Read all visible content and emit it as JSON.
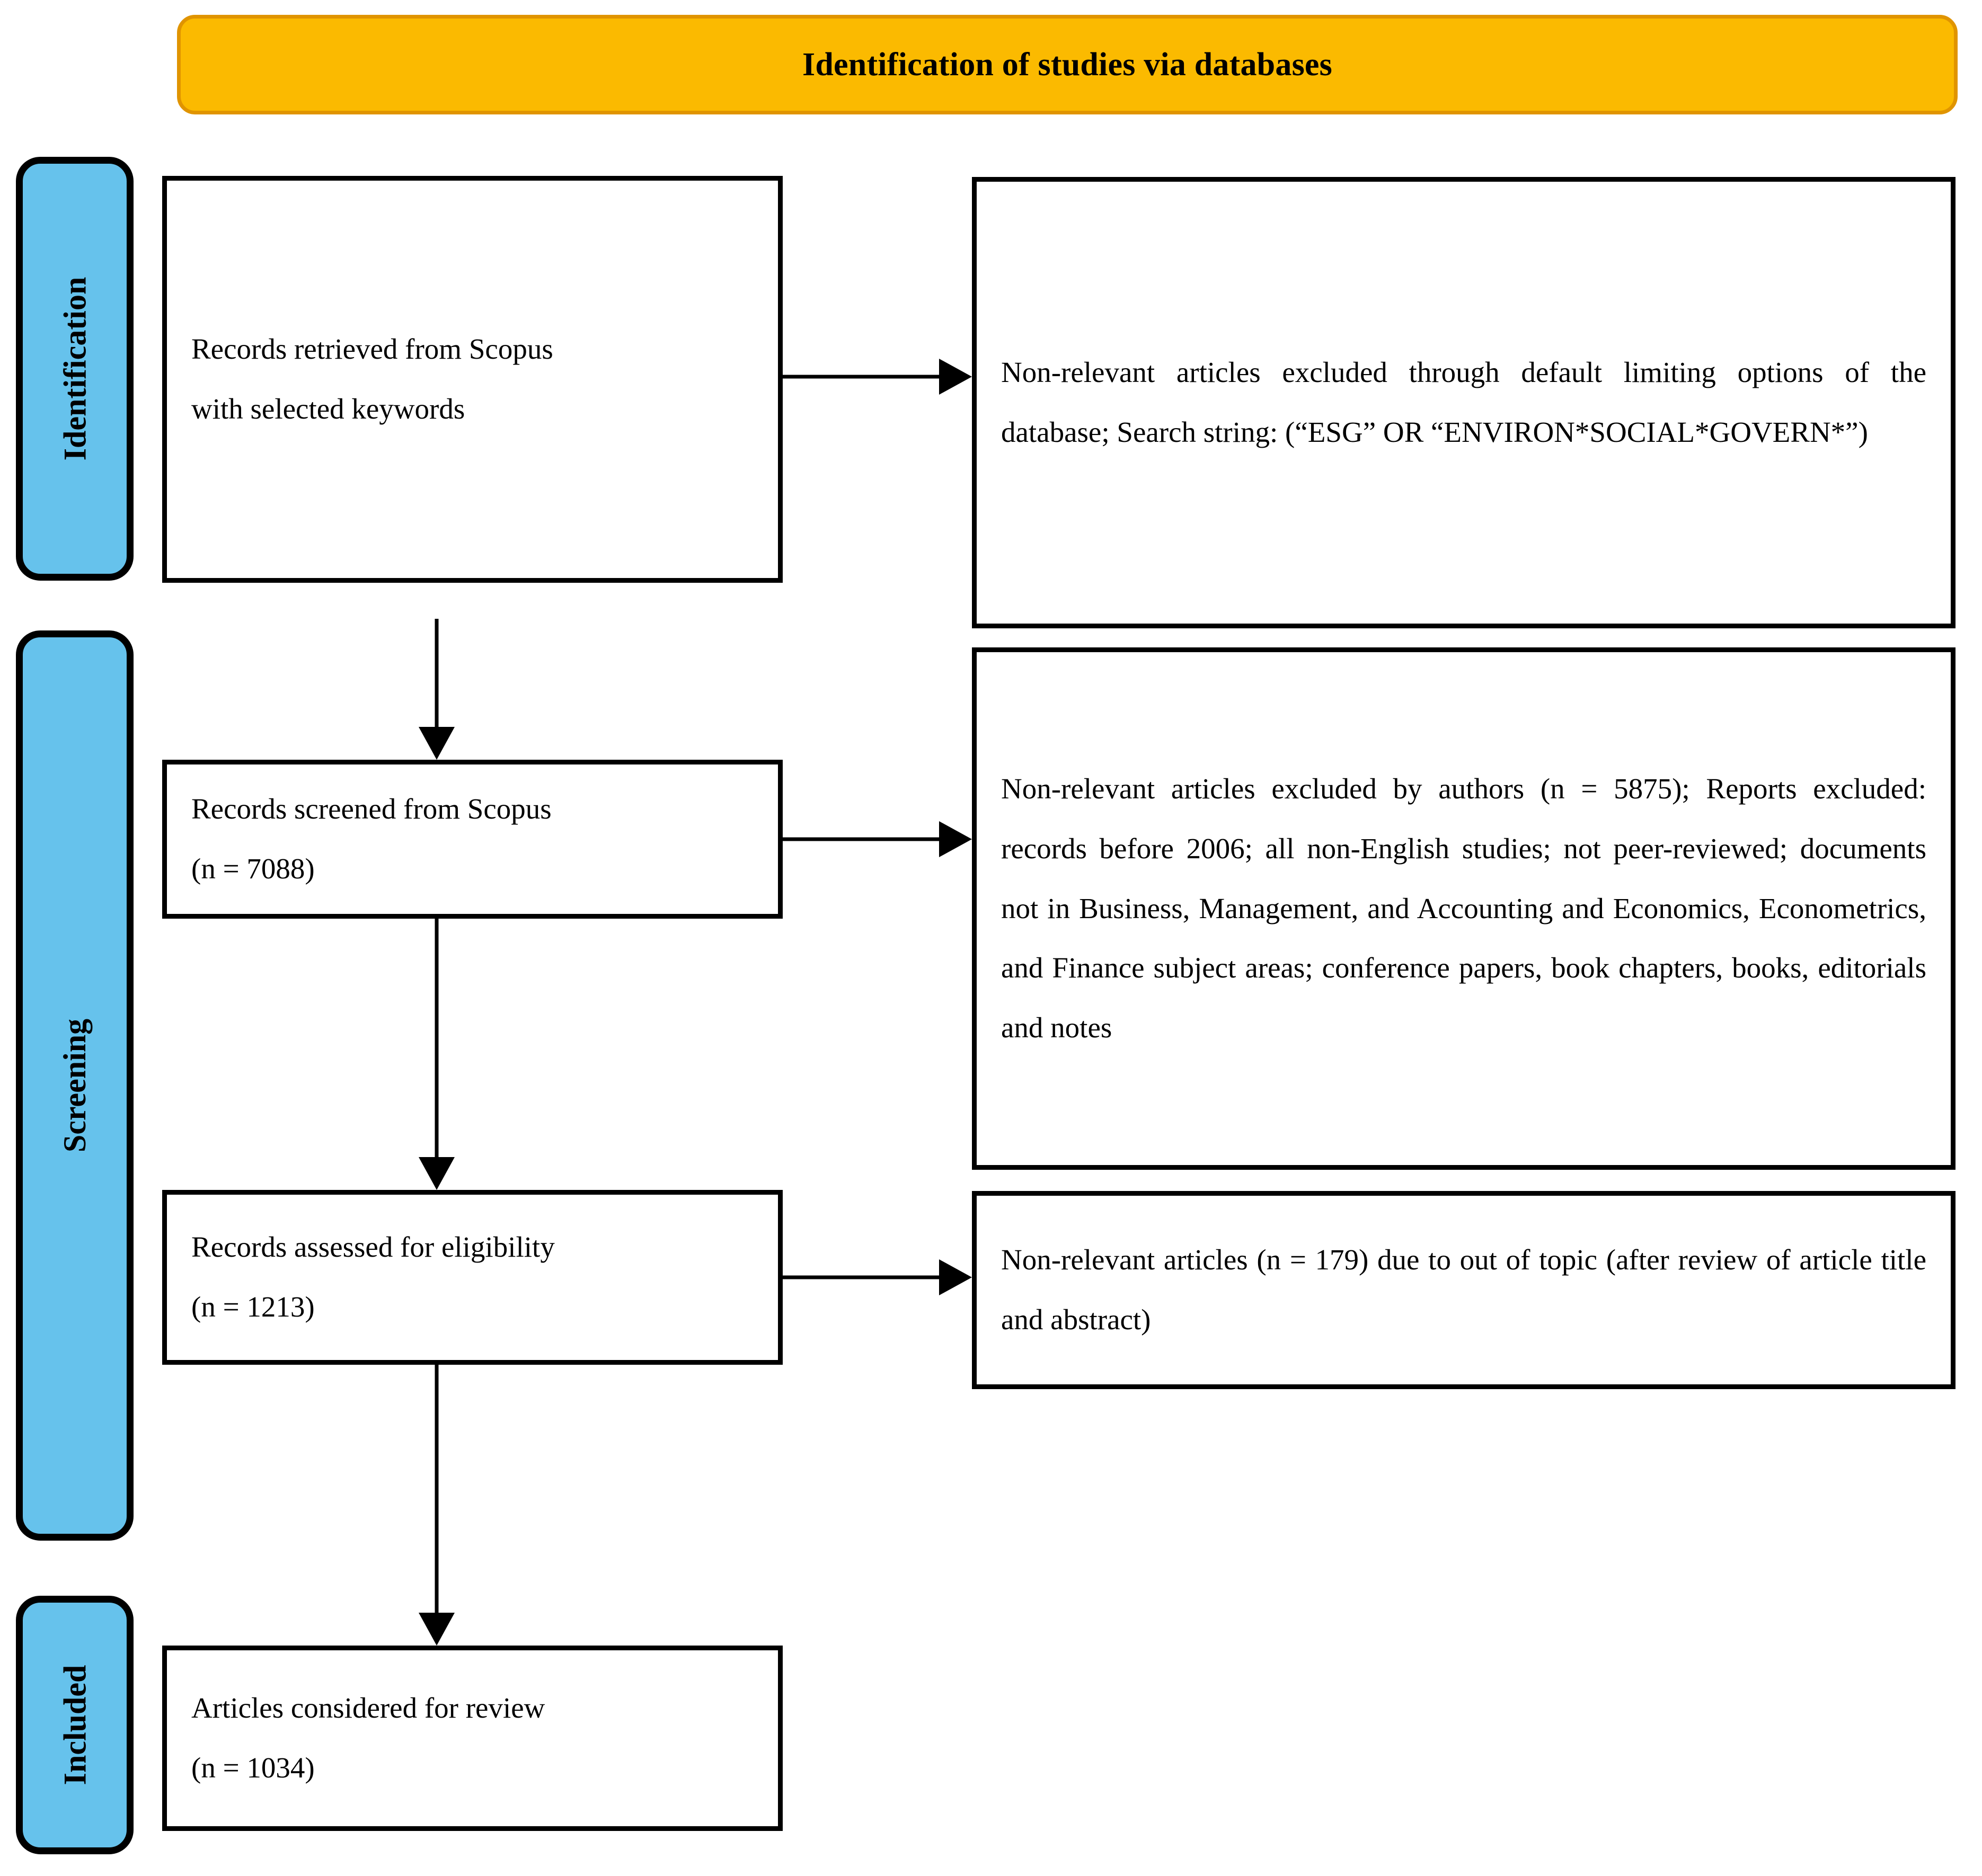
{
  "header": {
    "title": "Identification of studies via databases",
    "bg_color": "#FBBA00",
    "border_color": "#E09400"
  },
  "stage_labels": [
    {
      "id": "identification",
      "label": "Identification",
      "bg_color": "#66C2EC"
    },
    {
      "id": "screening",
      "label": "Screening",
      "bg_color": "#66C2EC"
    },
    {
      "id": "included",
      "label": "Included",
      "bg_color": "#66C2EC"
    }
  ],
  "boxes": {
    "retrieved": {
      "line1": "Records retrieved from Scopus",
      "line2": "with selected keywords"
    },
    "screened": {
      "line1": "Records screened from Scopus",
      "line2": "(n = 7088)"
    },
    "assessed": {
      "line1": "Records assessed for eligibility",
      "line2": "(n = 1213)"
    },
    "included": {
      "line1": "Articles considered for review",
      "line2": "(n = 1034)"
    },
    "excluded_default": {
      "text": "Non-relevant articles excluded through default limiting options of the database; Search string: (“ESG” OR “ENVIRON*SOCIAL*GOVERN*”)"
    },
    "excluded_authors": {
      "text": "Non-relevant articles excluded by authors (n = 5875); Reports excluded: records before 2006; all non-English studies; not peer-reviewed; documents not in Business, Management, and Accounting and Economics, Econometrics, and Finance subject areas; conference papers, book chapters, books, editorials and notes"
    },
    "excluded_nonrelevant": {
      "text": "Non-relevant articles (n = 179) due to out of topic (after review of article title and abstract)"
    }
  },
  "chart_data": {
    "type": "table",
    "title": "Identification of studies via databases",
    "stages": [
      "Identification",
      "Screening",
      "Included"
    ],
    "nodes": [
      {
        "stage": "Identification",
        "label": "Records retrieved from Scopus with selected keywords",
        "n": null
      },
      {
        "stage": "Identification",
        "label": "Non-relevant articles excluded through default limiting options of the database; Search string: (“ESG” OR “ENVIRON*SOCIAL*GOVERN*”)",
        "n": null,
        "kind": "exclusion"
      },
      {
        "stage": "Screening",
        "label": "Records screened from Scopus",
        "n": 7088
      },
      {
        "stage": "Screening",
        "label": "Non-relevant articles excluded by authors",
        "n": 5875,
        "kind": "exclusion"
      },
      {
        "stage": "Screening",
        "label": "Records assessed for eligibility",
        "n": 1213
      },
      {
        "stage": "Screening",
        "label": "Non-relevant articles due to out of topic (after review of article title and abstract)",
        "n": 179,
        "kind": "exclusion"
      },
      {
        "stage": "Included",
        "label": "Articles considered for review",
        "n": 1034
      }
    ]
  }
}
